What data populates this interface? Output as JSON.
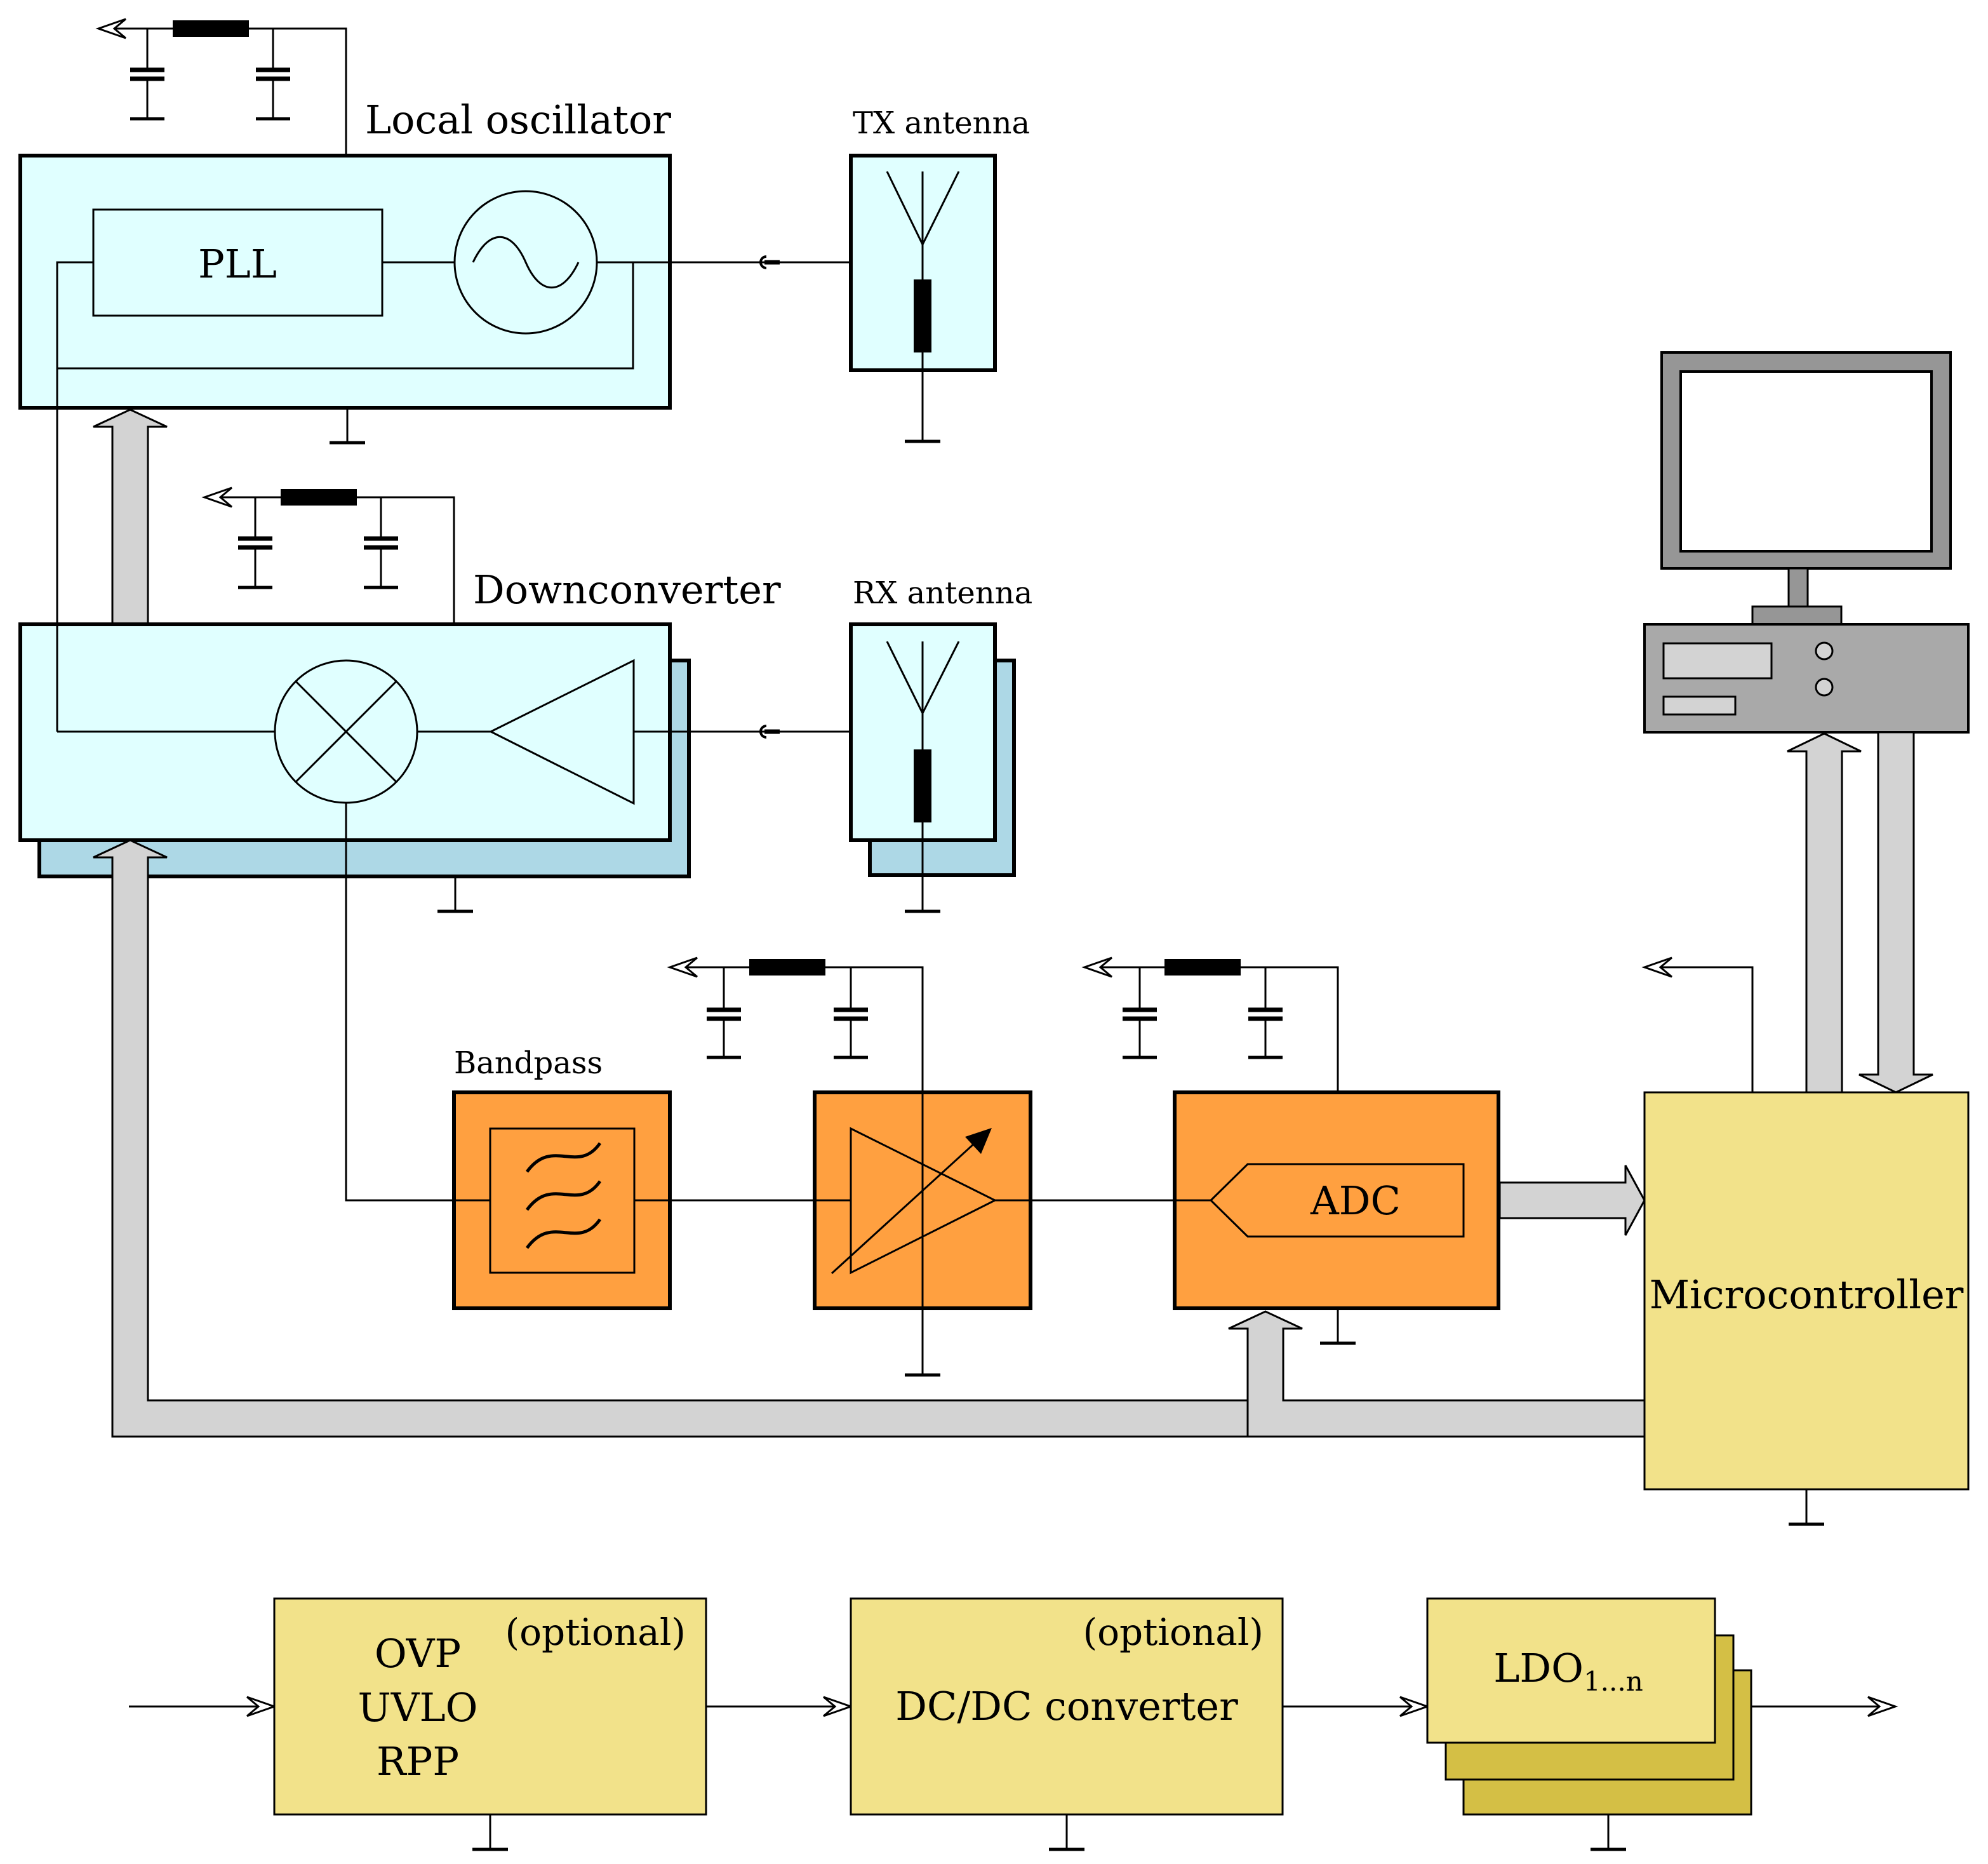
{
  "labels": {
    "local_oscillator": "Local oscillator",
    "tx_antenna": "TX antenna",
    "pll": "PLL",
    "downconverter": "Downconverter",
    "rx_antenna": "RX antenna",
    "bandpass": "Bandpass",
    "adc": "ADC",
    "microcontroller": "Microcontroller",
    "ovp": "OVP",
    "uvlo": "UVLO",
    "rpp": "RPP",
    "optional_1": "(optional)",
    "optional_2": "(optional)",
    "dcdc": "DC/DC converter",
    "ldo": "LDO",
    "ldo_sub": "1...n"
  },
  "colors": {
    "rf_block": "#e0ffff",
    "rf_shadow": "#add8e6",
    "baseband_block": "#ffa040",
    "digital_block": "#f2e28a",
    "ldo_shadow": "#d4bf45",
    "bus": "#d3d3d3",
    "computer_gray": "#a9a9a9",
    "computer_frame": "#969696",
    "computer_screen": "#ffffff"
  },
  "icons": [
    "sine-source-icon",
    "mixer-icon",
    "amplifier-icon",
    "variable-gain-amplifier-icon",
    "bandpass-filter-icon",
    "antenna-icon",
    "ground-icon",
    "capacitor-icon",
    "inductor-icon",
    "computer-icon"
  ]
}
